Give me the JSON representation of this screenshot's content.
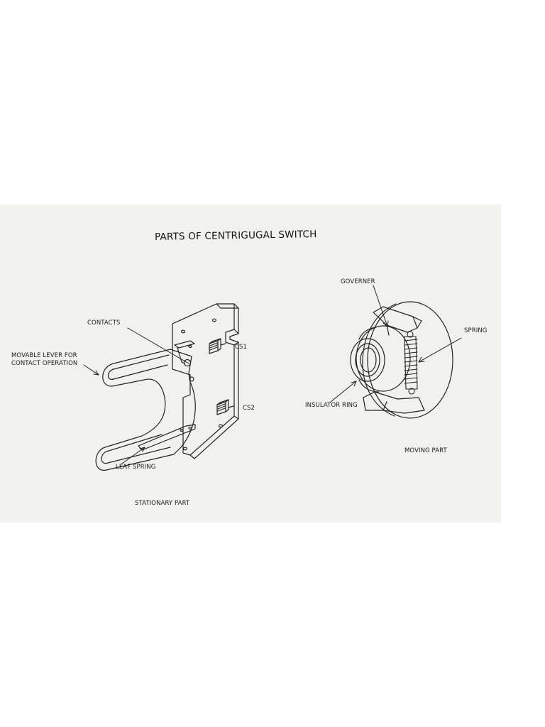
{
  "title": "PARTS OF CENTRIGUGAL SWITCH",
  "stationary": {
    "contacts": "CONTACTS",
    "movable_lever_line1": "MOVABLE LEVER FOR",
    "movable_lever_line2": "CONTACT OPERATION",
    "cs1": "CS1",
    "cs2": "CS2",
    "leaf_spring": "LEAF SPRING",
    "caption": "STATIONARY PART"
  },
  "moving": {
    "governer": "GOVERNER",
    "spring": "SPRING",
    "insulator_ring": "INSULATOR RING",
    "caption": "MOVING PART"
  }
}
